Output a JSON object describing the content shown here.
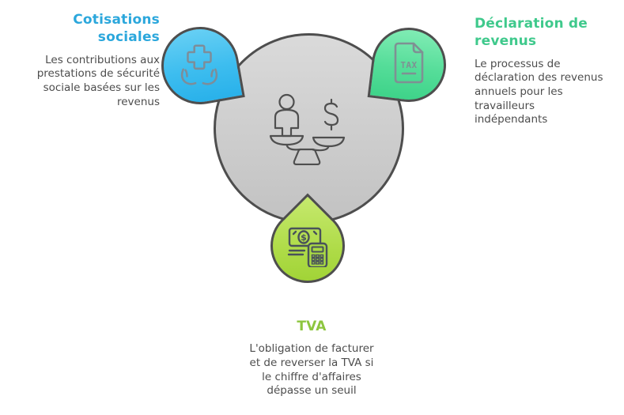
{
  "figure": {
    "center_icon": "balance-scale-person-money-icon",
    "currency_symbol": "$",
    "colors": {
      "circle_fill_top": "#dadada",
      "circle_fill_bottom": "#c2c2c2",
      "outline": "#4e4e4e",
      "blue_accent": "#2ba7dc",
      "green_accent": "#3fc98c",
      "lime_accent": "#8dc63f",
      "body_text": "#4d4d4d"
    },
    "nodes": [
      {
        "id": "cotisations-sociales",
        "title": "Cotisations\nsociales",
        "description": "Les contributions aux\nprestations de sécurité\nsociale basées sur les\nrevenus",
        "icon": "hands-holding-medical-cross-icon",
        "accent": "#2ba7dc"
      },
      {
        "id": "declaration-de-revenus",
        "title": "Déclaration de\nrevenus",
        "description": "Le processus de\ndéclaration des revenus\nannuels pour les\ntravailleurs\nindépendants",
        "icon": "tax-document-icon",
        "icon_label": "TAX",
        "accent": "#3fc98c"
      },
      {
        "id": "tva",
        "title": "TVA",
        "description": "L'obligation de facturer\net de reverser la TVA si\nle chiffre d'affaires\ndépasse un seuil",
        "icon": "banknote-calculator-icon",
        "accent": "#8dc63f"
      }
    ]
  }
}
